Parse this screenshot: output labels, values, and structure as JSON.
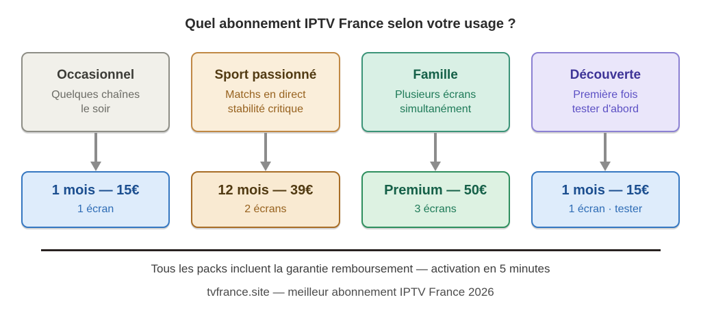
{
  "title": "Quel abonnement IPTV France selon votre usage ?",
  "columns": [
    {
      "usage": {
        "title": "Occasionnel",
        "subtitle": "Quelques chaînes\nle soir",
        "theme": "neutral"
      },
      "pack": {
        "title": "1 mois — 15€",
        "subtitle": "1 écran",
        "theme": "blue"
      }
    },
    {
      "usage": {
        "title": "Sport passionné",
        "subtitle": "Matchs en direct\nstabilité critique",
        "theme": "amber"
      },
      "pack": {
        "title": "12 mois — 39€",
        "subtitle": "2 écrans",
        "theme": "amber"
      }
    },
    {
      "usage": {
        "title": "Famille",
        "subtitle": "Plusieurs écrans\nsimultanément",
        "theme": "green"
      },
      "pack": {
        "title": "Premium — 50€",
        "subtitle": "3 écrans",
        "theme": "green"
      }
    },
    {
      "usage": {
        "title": "Découverte",
        "subtitle": "Première fois\ntester d'abord",
        "theme": "violet"
      },
      "pack": {
        "title": "1 mois — 15€",
        "subtitle": "1 écran · tester",
        "theme": "blue"
      }
    }
  ],
  "footer": {
    "line1": "Tous les packs incluent la garantie remboursement — activation en 5 minutes",
    "line2": "tvfrance.site — meilleur abonnement IPTV France 2026"
  },
  "colors": {
    "neutral_bg": "#f1f0ea",
    "neutral_border": "#8e8e86",
    "amber_bg": "#faeeda",
    "amber_border": "#c08844",
    "amber_pack_border": "#a86d26",
    "green_bg": "#d9f0e5",
    "green_border": "#3b9478",
    "green_pack_border": "#2e8f5e",
    "violet_bg": "#eae6fa",
    "violet_border": "#8c81d3",
    "blue_bg": "#deecfb",
    "blue_border": "#3577c1",
    "arrow": "#8c8c8c",
    "divider": "#282220",
    "title_text": "#2b2b2b"
  }
}
